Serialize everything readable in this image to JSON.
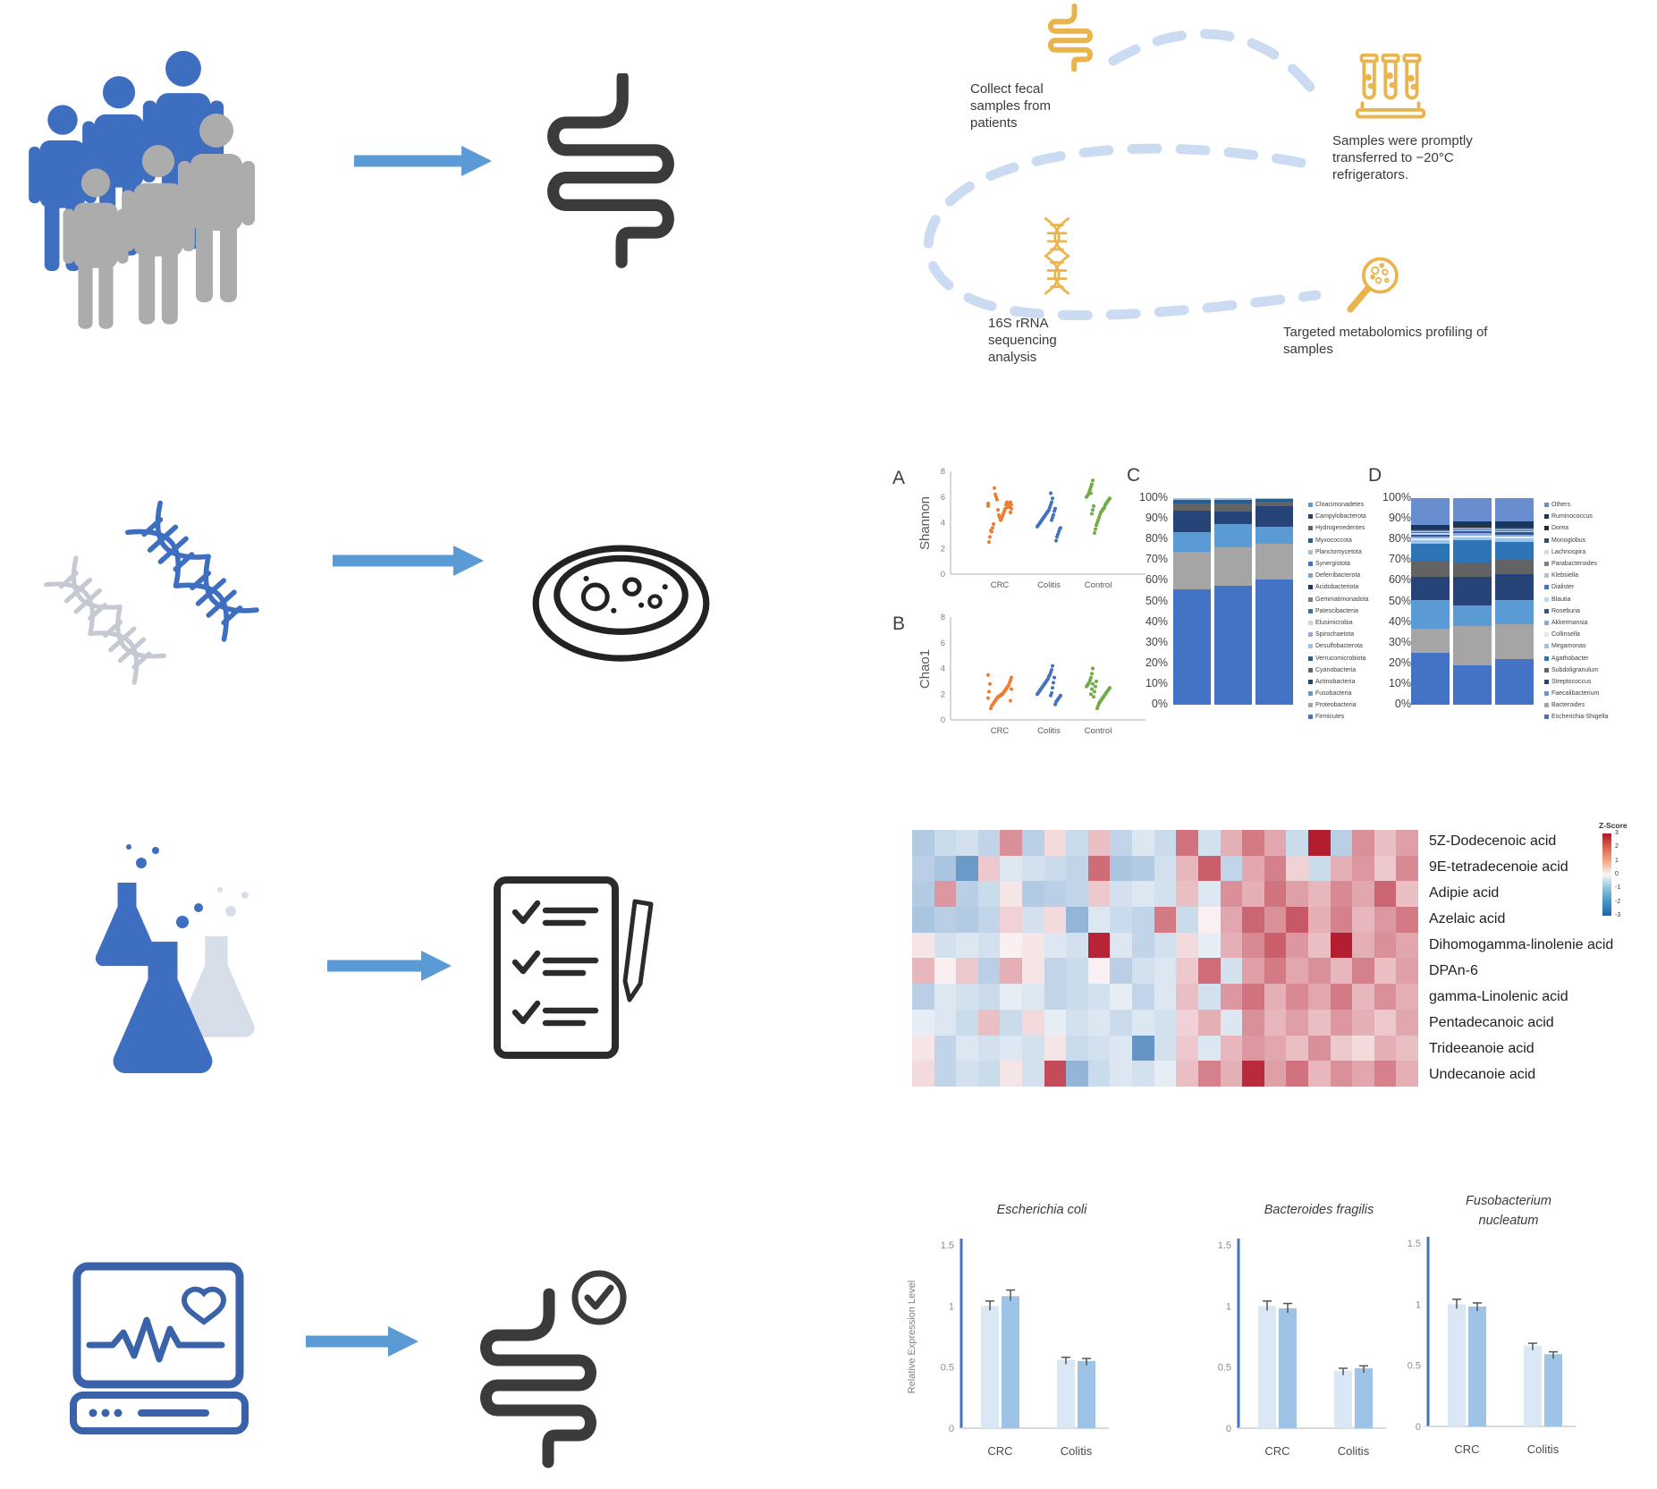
{
  "workflow": {
    "steps": [
      {
        "icon": "intestine-icon",
        "label": "Collect fecal samples from patients"
      },
      {
        "icon": "test-tubes-icon",
        "label": "Samples were promptly transferred to −20°C refrigerators."
      },
      {
        "icon": "dna-icon",
        "label": "16S rRNA sequencing analysis"
      },
      {
        "icon": "magnifier-bacteria-icon",
        "label": "Targeted metabolomics profiling of samples"
      }
    ]
  },
  "colors": {
    "person_blue": "#3E6EC0",
    "person_gray": "#ACACAC",
    "arrow": "#5B9BD5",
    "gold": "#E9B44C",
    "dashed_path": "#CBDCF2",
    "monitor_blue": "#3A62A8",
    "dark_outline": "#3B3B3B",
    "crc": "#ED7D31",
    "colitis": "#4472C4",
    "control": "#70AD47"
  },
  "chart_data": [
    {
      "panel": "A",
      "type": "scatter",
      "ylabel": "Shannon",
      "ylim": [
        0,
        8
      ],
      "yticks": [
        0,
        2,
        4,
        6,
        8
      ],
      "categories": [
        "CRC",
        "Colitis",
        "Control"
      ],
      "series": [
        {
          "name": "CRC",
          "color": "#ED7D31",
          "values": [
            5.5,
            5.4,
            5.6,
            5.3,
            5.5,
            5.2,
            5.6,
            5.4,
            5.1,
            4.9,
            4.7,
            4.5,
            4.3,
            4.2,
            4.4,
            4.6,
            5.0,
            5.8,
            6.0,
            6.2,
            6.7,
            3.9,
            3.6,
            3.3,
            3.4,
            2.9,
            2.5,
            5.3,
            5.1,
            4.8
          ]
        },
        {
          "name": "Colitis",
          "color": "#4472C4",
          "values": [
            5.9,
            5.6,
            5.4,
            5.2,
            5.0,
            4.9,
            4.8,
            4.7,
            4.6,
            4.5,
            4.4,
            4.3,
            4.2,
            4.1,
            4.0,
            3.9,
            3.8,
            3.7,
            3.6,
            3.5,
            3.3,
            3.1,
            2.9,
            2.6,
            5.1,
            4.9,
            4.6,
            4.4,
            4.2,
            6.3
          ]
        },
        {
          "name": "Control",
          "color": "#70AD47",
          "values": [
            7.3,
            7.0,
            6.8,
            6.6,
            6.4,
            6.2,
            6.1,
            6.0,
            5.9,
            5.8,
            5.7,
            5.6,
            5.5,
            5.4,
            5.2,
            5.1,
            5.0,
            4.9,
            4.8,
            4.6,
            4.4,
            4.2,
            4.0,
            3.8,
            3.5,
            3.2,
            5.3,
            5.0,
            4.7,
            6.3
          ]
        }
      ]
    },
    {
      "panel": "B",
      "type": "scatter",
      "ylabel": "Chao1",
      "ylim": [
        0,
        8
      ],
      "yticks": [
        0,
        2,
        4,
        6,
        8
      ],
      "categories": [
        "CRC",
        "Colitis",
        "Control"
      ],
      "series": [
        {
          "name": "CRC",
          "color": "#ED7D31",
          "values": [
            3.5,
            3.3,
            3.1,
            2.9,
            2.7,
            2.6,
            2.5,
            2.4,
            2.3,
            2.2,
            2.1,
            2.0,
            2.0,
            1.9,
            1.9,
            1.8,
            1.8,
            1.7,
            1.6,
            1.5,
            1.4,
            1.3,
            1.2,
            1.1,
            0.9,
            2.8,
            2.2,
            1.7,
            2.4,
            1.5
          ]
        },
        {
          "name": "Colitis",
          "color": "#4472C4",
          "values": [
            4.2,
            3.9,
            3.7,
            3.5,
            3.4,
            3.2,
            3.1,
            3.0,
            2.9,
            2.8,
            2.7,
            2.6,
            2.5,
            2.4,
            2.3,
            2.2,
            2.1,
            2.0,
            1.9,
            1.8,
            1.7,
            1.6,
            1.5,
            1.4,
            1.2,
            3.3,
            2.9,
            2.5,
            2.1,
            1.9
          ]
        },
        {
          "name": "Control",
          "color": "#70AD47",
          "values": [
            4.0,
            3.6,
            3.3,
            3.1,
            2.9,
            2.8,
            2.7,
            2.6,
            2.5,
            2.4,
            2.3,
            2.2,
            2.1,
            2.0,
            1.9,
            1.8,
            1.7,
            1.6,
            1.5,
            1.4,
            1.3,
            1.1,
            0.9,
            3.0,
            2.6,
            2.2,
            1.8,
            2.8,
            2.4,
            2.0
          ]
        }
      ]
    },
    {
      "panel": "C",
      "type": "stacked-bar-100",
      "ytick_labels": [
        "100%",
        "90%",
        "80%",
        "70%",
        "60%",
        "50%",
        "40%",
        "30%",
        "20%",
        "10%",
        "0%"
      ],
      "legend": [
        "Cloacimonadetes",
        "Campylobacterota",
        "Hydrogenedentes",
        "Myxococcota",
        "Planctomycetota",
        "Synergistota",
        "Deferribacterota",
        "Acidobacteriota",
        "Gemmatimonadota",
        "Patescibacteria",
        "Elusimicrobia",
        "Spirochaetota",
        "Desulfobacterota",
        "Verrucomicrobiota",
        "Cyanobacteria",
        "Actinobacteria",
        "Fusobacteria",
        "Proteobacteria",
        "Firmicutes"
      ],
      "legend_colors": [
        "#5B9BD5",
        "#264478",
        "#636363",
        "#255E91",
        "#9DC3E6",
        "#4472C4",
        "#6FA8DC",
        "#1F3864",
        "#7F7F7F",
        "#2E75B6",
        "#BDD7EE",
        "#8FAADC",
        "#9DC3E6",
        "#255E91",
        "#636363",
        "#264478",
        "#5B9BD5",
        "#A5A5A5",
        "#4472C4"
      ],
      "segments": [
        {
          "name": "Firmicutes",
          "color": "#4472C4"
        },
        {
          "name": "Proteobacteria",
          "color": "#A5A5A5"
        },
        {
          "name": "Fusobacteria",
          "color": "#5B9BD5"
        },
        {
          "name": "Actinobacteria",
          "color": "#264478"
        },
        {
          "name": "Cyanobacteria",
          "color": "#636363"
        },
        {
          "name": "Verrucomicrobiota",
          "color": "#255E91"
        },
        {
          "name": "Desulfobacterota",
          "color": "#9DC3E6"
        }
      ],
      "bars": [
        [
          56,
          18,
          9.5,
          10.5,
          3.5,
          1.5,
          1
        ],
        [
          57.5,
          18.5,
          11.5,
          6,
          4,
          1.5,
          1
        ],
        [
          60.5,
          17.5,
          8,
          10,
          2.5,
          1,
          0.5
        ]
      ]
    },
    {
      "panel": "D",
      "type": "stacked-bar-100",
      "ytick_labels": [
        "100%",
        "90%",
        "80%",
        "70%",
        "60%",
        "50%",
        "40%",
        "30%",
        "20%",
        "10%",
        "0%"
      ],
      "legend": [
        "Others",
        "Ruminococcus",
        "Dorea",
        "Monoglobus",
        "Lachnospira",
        "Parabacteroides",
        "Klebsiella",
        "Dialister",
        "Blautia",
        "Roseburia",
        "Akkermansia",
        "Collinsella",
        "Megamonas",
        "Agathobacter",
        "Subdoligranulum",
        "Streptococcus",
        "Faecalibacterium",
        "Bacteroides",
        "Escherichia-Shigella"
      ],
      "legend_colors": [
        "#698ED0",
        "#17375E",
        "#222A35",
        "#344D75",
        "#D6DCE5",
        "#7F7F7F",
        "#A9C4EB",
        "#4472C4",
        "#BDD7EE",
        "#2F5597",
        "#8FAADC",
        "#DEEBF7",
        "#9DC3E6",
        "#2E75B6",
        "#636363",
        "#264478",
        "#5B9BD5",
        "#A5A5A5",
        "#4472C4"
      ],
      "segments": [
        {
          "name": "Escherichia-Shigella",
          "color": "#4472C4"
        },
        {
          "name": "Bacteroides",
          "color": "#A5A5A5"
        },
        {
          "name": "Faecalibacterium",
          "color": "#5B9BD5"
        },
        {
          "name": "Streptococcus",
          "color": "#264478"
        },
        {
          "name": "Subdoligranulum",
          "color": "#636363"
        },
        {
          "name": "Agathobacter",
          "color": "#2E75B6"
        },
        {
          "name": "Megamonas",
          "color": "#9DC3E6"
        },
        {
          "name": "Collinsella",
          "color": "#DEEBF7"
        },
        {
          "name": "Akkermansia",
          "color": "#8FAADC"
        },
        {
          "name": "Roseburia",
          "color": "#2F5597"
        },
        {
          "name": "Blautia",
          "color": "#BDD7EE"
        },
        {
          "name": "Dialister",
          "color": "#4472C4"
        },
        {
          "name": "Klebsiella",
          "color": "#A9C4EB"
        },
        {
          "name": "Parabacteroides",
          "color": "#7F7F7F"
        },
        {
          "name": "Lachnospira",
          "color": "#D6DCE5"
        },
        {
          "name": "Monoglobus",
          "color": "#344D75"
        },
        {
          "name": "Dorea",
          "color": "#222A35"
        },
        {
          "name": "Ruminococcus",
          "color": "#17375E"
        },
        {
          "name": "Others",
          "color": "#698ED0"
        }
      ],
      "bars": [
        [
          25,
          12,
          13.5,
          11.5,
          7.5,
          8.5,
          1.5,
          1,
          1,
          1,
          0.5,
          0.5,
          0.5,
          0.3,
          0.2,
          0.3,
          0.2,
          2,
          13
        ],
        [
          19,
          19,
          10,
          14,
          7,
          10.5,
          1.5,
          1,
          1,
          1,
          0.5,
          0.5,
          0.5,
          0.3,
          0.2,
          0.3,
          0.2,
          2.5,
          11
        ],
        [
          22,
          17,
          11.5,
          12.5,
          7,
          9,
          1.5,
          1,
          1,
          1,
          0.5,
          0.5,
          0.5,
          0.3,
          0.2,
          0.3,
          0.2,
          3,
          11
        ]
      ]
    },
    {
      "type": "heatmap",
      "zlim": [
        -3,
        3
      ],
      "colorbar": {
        "title": "Z-Score",
        "ticks": [
          3,
          2,
          1,
          0,
          -1,
          -2,
          -3
        ]
      },
      "rows": [
        "5Z-Dodecenoic acid",
        "9E-tetradecenoie acid",
        "Adipie acid",
        "Azelaic acid",
        "Dihomogamma-linolenie acid",
        "DPAn-6",
        "gamma-Linolenic acid",
        "Pentadecanoic acid",
        "Trideeanoie acid",
        "Undecanoie acid"
      ],
      "values": [
        [
          -0.8,
          -0.5,
          -0.4,
          -0.6,
          1.2,
          -0.7,
          0.3,
          -0.5,
          0.6,
          -0.6,
          -0.3,
          -0.5,
          1.6,
          -0.4,
          0.8,
          1.5,
          0.9,
          -0.5,
          2.9,
          -0.7,
          1.2,
          0.6,
          1.0
        ],
        [
          -0.7,
          -0.9,
          -1.8,
          0.5,
          -0.3,
          -0.4,
          -0.5,
          -0.6,
          1.7,
          -0.9,
          -0.8,
          -0.4,
          0.7,
          1.9,
          -0.6,
          0.9,
          1.4,
          0.4,
          -0.5,
          0.8,
          1.1,
          0.5,
          1.3
        ],
        [
          -0.8,
          1.1,
          -0.7,
          -0.5,
          0.2,
          -0.8,
          -0.7,
          -0.6,
          0.5,
          -0.4,
          -0.3,
          -0.4,
          0.6,
          -0.3,
          1.2,
          0.8,
          1.6,
          1.0,
          0.7,
          1.3,
          0.9,
          1.8,
          0.6
        ],
        [
          -0.9,
          -0.7,
          -0.8,
          -0.6,
          0.4,
          -0.4,
          0.3,
          -1.2,
          -0.3,
          -0.5,
          -0.6,
          1.5,
          -0.5,
          0.1,
          0.9,
          1.8,
          1.2,
          2.0,
          0.8,
          1.4,
          0.7,
          1.1,
          1.5
        ],
        [
          0.2,
          -0.4,
          -0.3,
          -0.4,
          0.1,
          0.2,
          -0.3,
          -0.4,
          2.8,
          -0.3,
          -0.6,
          -0.4,
          0.3,
          -0.2,
          0.8,
          1.3,
          1.9,
          1.1,
          0.6,
          2.9,
          0.8,
          1.2,
          0.9
        ],
        [
          0.7,
          0.1,
          0.5,
          -0.7,
          0.8,
          0.2,
          -0.6,
          -0.5,
          0.1,
          -0.7,
          -0.4,
          -0.3,
          0.5,
          1.7,
          -0.4,
          1.0,
          1.5,
          0.9,
          1.2,
          0.7,
          1.4,
          0.6,
          1.0
        ],
        [
          -0.7,
          -0.3,
          -0.4,
          -0.5,
          -0.2,
          -0.3,
          -0.6,
          -0.5,
          -0.4,
          -0.2,
          -0.6,
          -0.3,
          0.6,
          -0.4,
          1.1,
          1.6,
          0.8,
          1.3,
          0.9,
          1.5,
          0.7,
          1.2,
          0.8
        ],
        [
          -0.2,
          -0.3,
          -0.5,
          0.6,
          -0.5,
          0.3,
          -0.2,
          -0.4,
          -0.3,
          -0.5,
          -0.3,
          -0.4,
          0.4,
          0.8,
          -0.3,
          1.2,
          0.7,
          1.0,
          0.6,
          1.1,
          0.8,
          0.5,
          0.9
        ],
        [
          0.2,
          -0.6,
          -0.3,
          -0.4,
          -0.3,
          -0.4,
          0.2,
          -0.5,
          -0.4,
          -0.3,
          -1.9,
          -0.4,
          0.5,
          -0.3,
          0.7,
          1.1,
          0.9,
          0.6,
          1.2,
          0.5,
          0.3,
          0.8,
          0.6
        ],
        [
          0.3,
          -0.6,
          -0.4,
          -0.5,
          0.2,
          -0.4,
          2.2,
          -1.2,
          -0.5,
          -0.3,
          -0.4,
          -0.2,
          0.6,
          1.4,
          0.8,
          2.7,
          1.0,
          1.6,
          0.7,
          1.2,
          0.9,
          1.4,
          0.8
        ]
      ]
    },
    {
      "type": "bar",
      "title": "Escherichia coli",
      "ylabel": "Relative Expression Level",
      "ylim": [
        0,
        1.5
      ],
      "yticks": [
        0,
        0.5,
        1,
        1.5
      ],
      "ytick_labels": [
        "0",
        "0.5",
        "1",
        "1.5"
      ],
      "categories": [
        "CRC",
        "Colitis"
      ],
      "series": [
        {
          "color": "#DAE7F5",
          "values": [
            1.0,
            0.56
          ],
          "errors": [
            0.04,
            0.02
          ]
        },
        {
          "color": "#9DC3E6",
          "values": [
            1.08,
            0.55
          ],
          "errors": [
            0.05,
            0.02
          ]
        }
      ]
    },
    {
      "type": "bar",
      "title": "Bacteroides fragilis",
      "ylabel": "",
      "ylim": [
        0,
        1.5
      ],
      "yticks": [
        0,
        0.5,
        1,
        1.5
      ],
      "ytick_labels": [
        "0",
        "0.5",
        "1",
        "1.5"
      ],
      "categories": [
        "CRC",
        "Colitis"
      ],
      "series": [
        {
          "color": "#DAE7F5",
          "values": [
            1.0,
            0.47
          ],
          "errors": [
            0.04,
            0.02
          ]
        },
        {
          "color": "#9DC3E6",
          "values": [
            0.98,
            0.49
          ],
          "errors": [
            0.04,
            0.02
          ]
        }
      ]
    },
    {
      "type": "bar",
      "title": "Fusobacterium nucleatum",
      "title_lines": [
        "Fusobacterium",
        "nucleatum"
      ],
      "ylabel": "",
      "ylim": [
        0,
        1.5
      ],
      "yticks": [
        0,
        0.5,
        1,
        1.5
      ],
      "ytick_labels": [
        "0",
        "0.5",
        "1",
        "1.5"
      ],
      "categories": [
        "CRC",
        "Colitis"
      ],
      "series": [
        {
          "color": "#DAE7F5",
          "values": [
            1.0,
            0.66
          ],
          "errors": [
            0.04,
            0.02
          ]
        },
        {
          "color": "#9DC3E6",
          "values": [
            0.98,
            0.59
          ],
          "errors": [
            0.03,
            0.02
          ]
        }
      ]
    }
  ]
}
